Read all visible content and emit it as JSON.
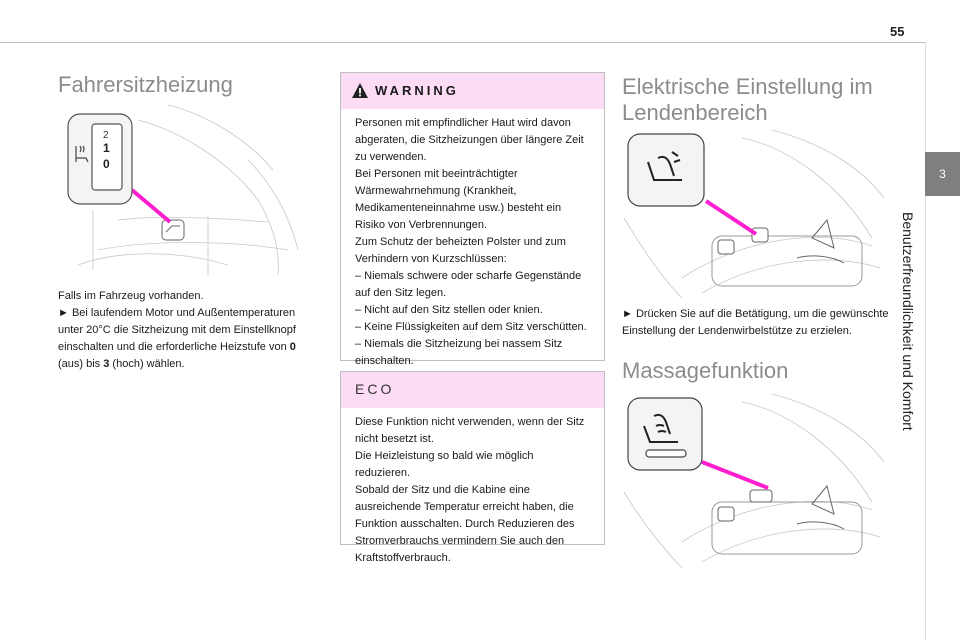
{
  "page_number": "55",
  "chapter": {
    "number": "3",
    "title": "Benutzerfreundlichkeit und Komfort"
  },
  "col1": {
    "title": "Fahrersitzheizung",
    "dial_labels": [
      "2",
      "1",
      "0"
    ],
    "text_line1": "Falls im Fahrzeug vorhanden.",
    "text_step_prefix": "► Bei laufendem Motor und Außentemperaturen unter 20°C die Sitzheizung mit dem Einstellknopf einschalten und die erforderliche Heizstufe von ",
    "text_step_val0": "0",
    "text_step_mid": " (aus) bis ",
    "text_step_val3": "3",
    "text_step_suffix": " (hoch) wählen."
  },
  "warning": {
    "heading": "WARNING",
    "lines": [
      "Personen mit empfindlicher Haut wird davon abgeraten, die Sitzheizungen über längere Zeit zu verwenden.",
      "Bei Personen mit beeinträchtigter Wärmewahrnehmung (Krankheit, Medikamenteneinnahme usw.) besteht ein Risiko von Verbrennungen.",
      "Zum Schutz der beheizten Polster und zum Verhindern von Kurzschlüssen:",
      "– Niemals schwere oder scharfe Gegenstände auf den Sitz legen.",
      "– Nicht auf den Sitz stellen oder knien.",
      "– Keine Flüssigkeiten auf dem Sitz verschütten.",
      "– Niemals die Sitzheizung bei nassem Sitz einschalten."
    ]
  },
  "eco": {
    "heading": "ECO",
    "lines": [
      "Diese Funktion nicht verwenden, wenn der Sitz nicht besetzt ist.",
      "Die Heizleistung so bald wie möglich reduzieren.",
      "Sobald der Sitz und die Kabine eine ausreichende Temperatur erreicht haben, die Funktion ausschalten. Durch Reduzieren des Stromverbrauchs vermindern Sie auch den Kraftstoffverbrauch."
    ]
  },
  "col3": {
    "title1_line1": "Elektrische Einstellung im",
    "title1_line2": "Lendenbereich",
    "lumbar_text": "► Drücken Sie auf die Betätigung, um die gewünschte Einstellung der Lendenwirbelstütze zu erzielen.",
    "title2": "Massagefunktion"
  },
  "colors": {
    "accent_pink": "#ff1fce",
    "box_header": "#fcdcf4",
    "title_gray": "#8c8c8c",
    "tab_gray": "#7f7f7f"
  }
}
